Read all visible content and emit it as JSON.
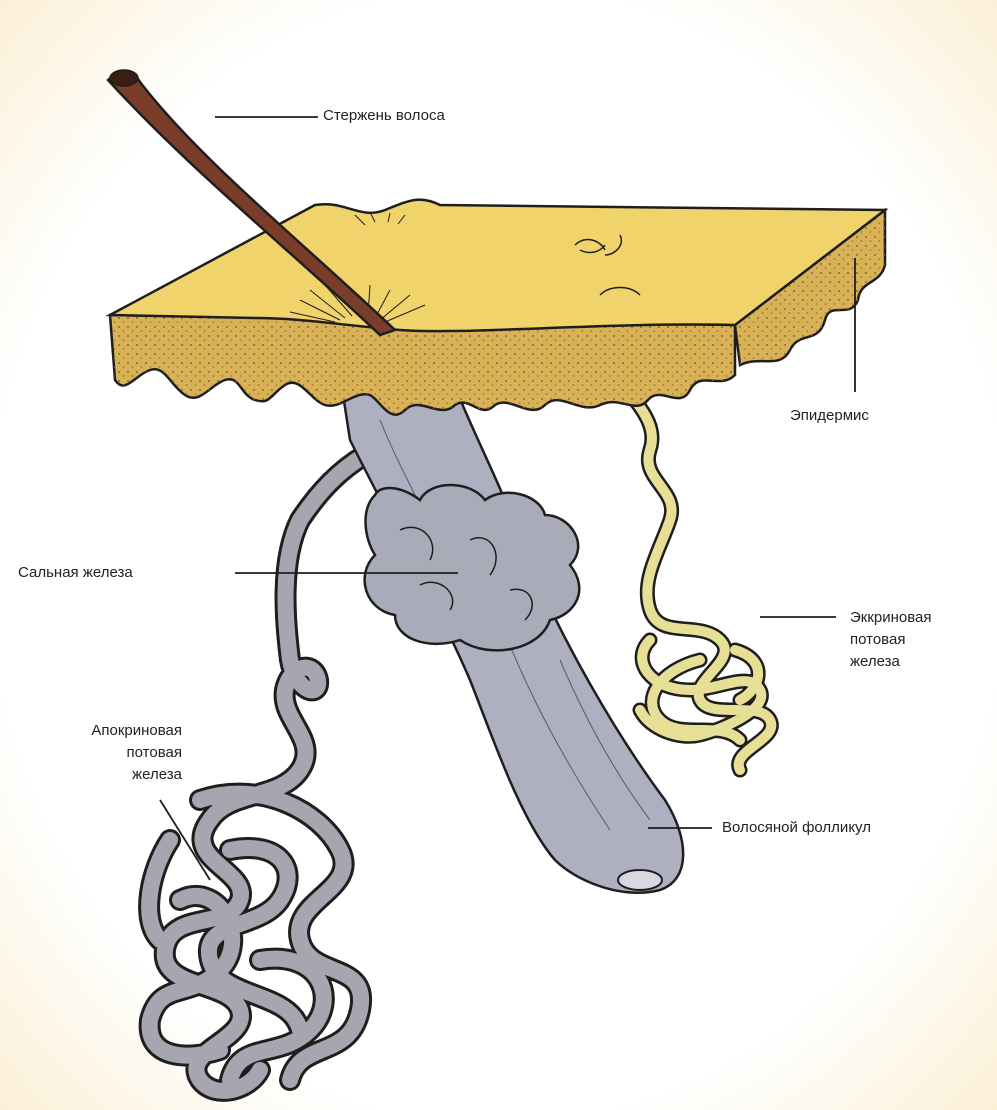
{
  "labels": {
    "hair_shaft": "Стержень волоса",
    "epidermis": "Эпидермис",
    "sebaceous_gland": "Сальная железа",
    "eccrine_gland": "Эккриновая\nпотовая\nжелеза",
    "apocrine_gland": "Апокриновая\nпотовая\nжелеза",
    "hair_follicle": "Волосяной фолликул"
  },
  "colors": {
    "skin_top": "#f0d36a",
    "skin_side": "#d9b258",
    "skin_dots": "#8a6a2a",
    "hair": "#7a3d2a",
    "follicle": "#aeb0c2",
    "apocrine": "#a6a6b0",
    "eccrine": "#e8df96",
    "outline": "#1e1e1e",
    "background": "#fdf5e0"
  }
}
